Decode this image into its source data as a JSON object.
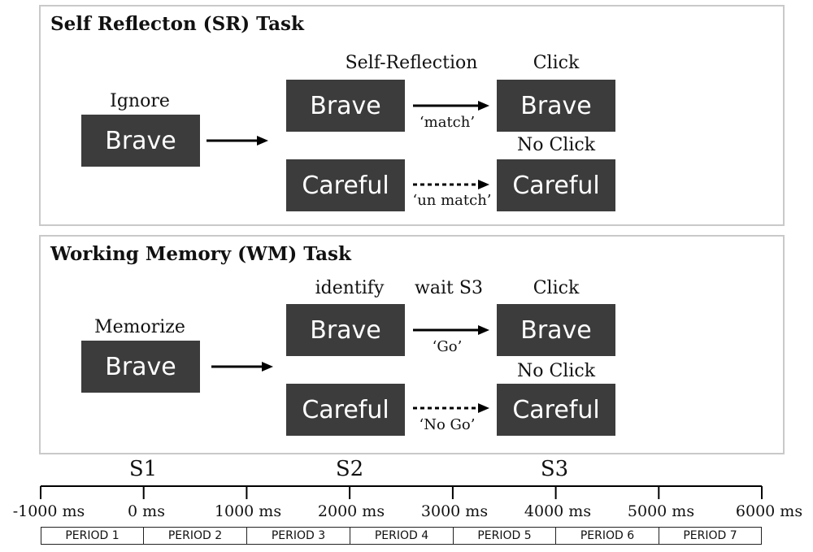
{
  "sr_task": {
    "title": "Self Reflecton (SR) Task",
    "cue_label": "Ignore",
    "cue_word": "Brave",
    "middle_label": "Self-Reflection",
    "match_word": "Brave",
    "unmatch_word": "Careful",
    "match_arrow_label": "‘match’",
    "unmatch_arrow_label": "‘un match’",
    "click_label": "Click",
    "click_word": "Brave",
    "noclick_label": "No Click",
    "noclick_word": "Careful"
  },
  "wm_task": {
    "title": "Working Memory (WM) Task",
    "cue_label": "Memorize",
    "cue_word": "Brave",
    "middle_label": "identify",
    "wait_label": "wait S3",
    "match_word": "Brave",
    "unmatch_word": "Careful",
    "go_arrow_label": "‘Go’",
    "nogo_arrow_label": "‘No Go’",
    "click_label": "Click",
    "click_word": "Brave",
    "noclick_label": "No Click",
    "noclick_word": "Careful"
  },
  "timeline": {
    "stimuli": [
      "S1",
      "S2",
      "S3"
    ],
    "ticks": [
      "-1000 ms",
      "0 ms",
      "1000 ms",
      "2000 ms",
      "3000 ms",
      "4000 ms",
      "5000 ms",
      "6000 ms"
    ],
    "periods": [
      "PERIOD 1",
      "PERIOD 2",
      "PERIOD 3",
      "PERIOD 4",
      "PERIOD 5",
      "PERIOD 6",
      "PERIOD 7"
    ]
  }
}
